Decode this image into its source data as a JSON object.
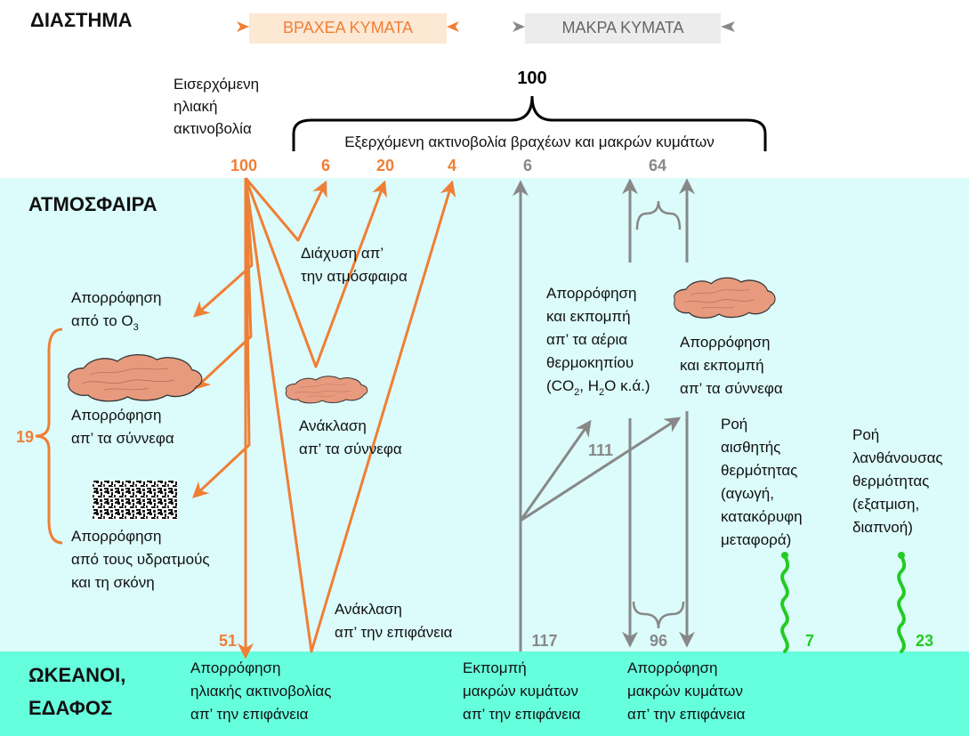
{
  "colors": {
    "shortwave": "#ef7f35",
    "longwave": "#888888",
    "heat_flux": "#22cc22",
    "atmosphere": "#dcfbfb",
    "surface": "#66ffdd",
    "shortwave_legend_bg": "#fde8d4",
    "longwave_legend_bg": "#ececec",
    "cloud": "#e79a7e"
  },
  "sections": {
    "space": "ΔΙΑΣΤΗΜΑ",
    "atmosphere": "ΑΤΜΟΣΦΑΙΡΑ",
    "surface_line1": "ΩΚΕΑΝΟΙ,",
    "surface_line2": "ΕΔΑΦΟΣ"
  },
  "legend": {
    "shortwave": "ΒΡΑΧΕΑ ΚΥΜΑΤΑ",
    "longwave": "ΜΑΚΡΑ ΚΥΜΑΤΑ"
  },
  "top": {
    "total_outgoing": "100",
    "outgoing_label": "Εξερχόμενη ακτινοβολία βραχέων και μακρών κυμάτων",
    "incoming_label": [
      "Εισερχόμενη",
      "ηλιακή",
      "ακτινοβολία"
    ]
  },
  "values": {
    "incoming": "100",
    "atm_scatter": "6",
    "cloud_reflect": "20",
    "surface_reflect": "4",
    "surface_emit_to_space": "6",
    "atm_emit_to_space": "64",
    "surface_absorbed": "51",
    "surface_emission": "117",
    "greenhouse_absorbed": "111",
    "back_radiation": "96",
    "sensible_heat": "7",
    "latent_heat": "23",
    "atm_absorbed": "19"
  },
  "labels": {
    "scattering": [
      "Διάχυση απ’",
      "την ατμόσφαιρα"
    ],
    "ozone_absorption": [
      "Απορρόφηση",
      "από το O",
      "3"
    ],
    "cloud_absorption": [
      "Απορρόφηση",
      "απ’ τα σύννεφα"
    ],
    "cloud_reflection": [
      "Ανάκλαση",
      "απ’ τα σύννεφα"
    ],
    "vapour_dust_absorption": [
      "Απορρόφηση",
      "από τους υδρατμούς",
      "και τη σκόνη"
    ],
    "surface_reflection": [
      "Ανάκλαση",
      "απ’ την επιφάνεια"
    ],
    "greenhouse": [
      "Απορρόφηση",
      "και εκπομπή",
      "απ’ τα αέρια",
      "θερμοκηπίου",
      "(CO",
      "2",
      ", H",
      "2",
      "O κ.ά.)"
    ],
    "cloud_emission": [
      "Απορρόφηση",
      "και εκπομπή",
      "απ’ τα σύννεφα"
    ],
    "sensible_heat": [
      "Ροή",
      "αισθητής",
      "θερμότητας",
      "(αγωγή,",
      "κατακόρυφη",
      "μεταφορά)"
    ],
    "latent_heat": [
      "Ροή",
      "λανθάνουσας",
      "θερμότητας",
      "(εξατμιση,",
      "διαπνοή)"
    ],
    "surface_absorption": [
      "Απορρόφηση",
      "ηλιακής ακτινοβολίας",
      "απ’ την επιφάνεια"
    ],
    "longwave_emission": [
      "Εκπομπή",
      "μακρών κυμάτων",
      "απ’ την επιφάνεια"
    ],
    "longwave_absorption": [
      "Απορρόφηση",
      "μακρών κυμάτων",
      "απ’ την επιφάνεια"
    ]
  }
}
